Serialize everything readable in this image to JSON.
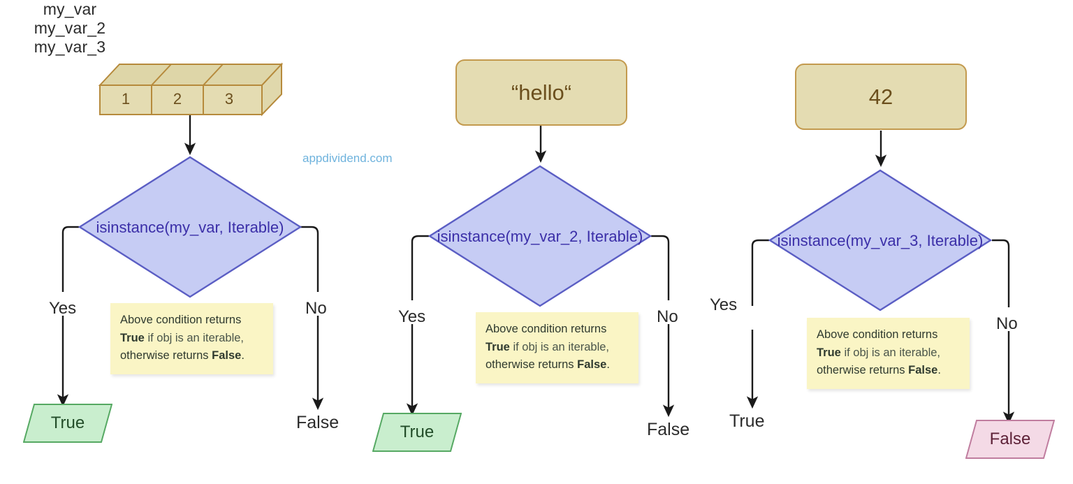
{
  "watermark": "appdividend.com",
  "note_text": {
    "line1": "Above condition  returns",
    "line2_bold": "True",
    "line2_rest": " if obj is an iterable,",
    "line3_pre": "otherwise returns ",
    "line3_bold": "False",
    "line3_post": "."
  },
  "colors": {
    "list_fill": "#e4dcb2",
    "list_top_fill": "#ded6a8",
    "list_border": "#b68a3c",
    "value_fill": "#e4dcb2",
    "value_border": "#c39a4e",
    "diamond_fill": "#c6ccf4",
    "diamond_border": "#5b5ec4",
    "diamond_text": "#3b2fa8",
    "note_fill": "#faf5c5",
    "true_fill": "#c9eece",
    "true_border": "#56a963",
    "false_fill": "#f4dae6",
    "false_border": "#c07d9f",
    "line": "#1a1a1a",
    "watermark": "#6fb3dd"
  },
  "columns": [
    {
      "id": "col1",
      "var_name": "my_var",
      "value_kind": "list",
      "list_items": [
        "1",
        "2",
        "3"
      ],
      "condition": "isinstance(my_var, Iterable)",
      "yes_label": "Yes",
      "no_label": "No",
      "yes_terminal": {
        "text": "True",
        "shape": "parallelogram",
        "style": "green"
      },
      "no_terminal": {
        "text": "False",
        "shape": "plain",
        "style": "plain"
      }
    },
    {
      "id": "col2",
      "var_name": "my_var_2",
      "value_kind": "box",
      "value_text": "“hello“",
      "condition": "isinstance(my_var_2, Iterable)",
      "yes_label": "Yes",
      "no_label": "No",
      "yes_terminal": {
        "text": "True",
        "shape": "parallelogram",
        "style": "green"
      },
      "no_terminal": {
        "text": "False",
        "shape": "plain",
        "style": "plain"
      }
    },
    {
      "id": "col3",
      "var_name": "my_var_3",
      "value_kind": "box",
      "value_text": "42",
      "condition": "isinstance(my_var_3, Iterable)",
      "yes_label": "Yes",
      "no_label": "No",
      "yes_terminal": {
        "text": "True",
        "shape": "plain",
        "style": "plain"
      },
      "no_terminal": {
        "text": "False",
        "shape": "parallelogram",
        "style": "pink"
      }
    }
  ]
}
